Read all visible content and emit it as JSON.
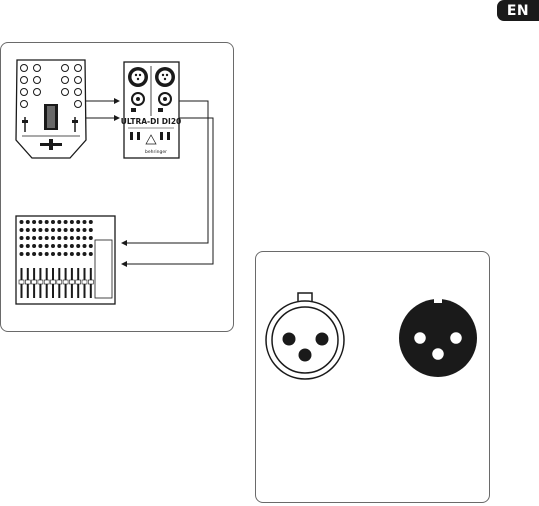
{
  "page": {
    "language_badge": "EN"
  },
  "di_device": {
    "model_label": "ULTRA-DI DI20",
    "brand_label": "behringer"
  },
  "colors": {
    "line": "#1a1a1a",
    "panel_border": "#6a6a6a",
    "badge_bg": "#1a1a1a",
    "badge_text": "#ffffff"
  },
  "icons": {
    "dj_mixer": "dj-mixer-icon",
    "di_box": "di-box-icon",
    "mixing_console": "mixing-console-icon",
    "xlr_female": "xlr-female-connector-icon",
    "xlr_male": "xlr-male-connector-icon"
  }
}
